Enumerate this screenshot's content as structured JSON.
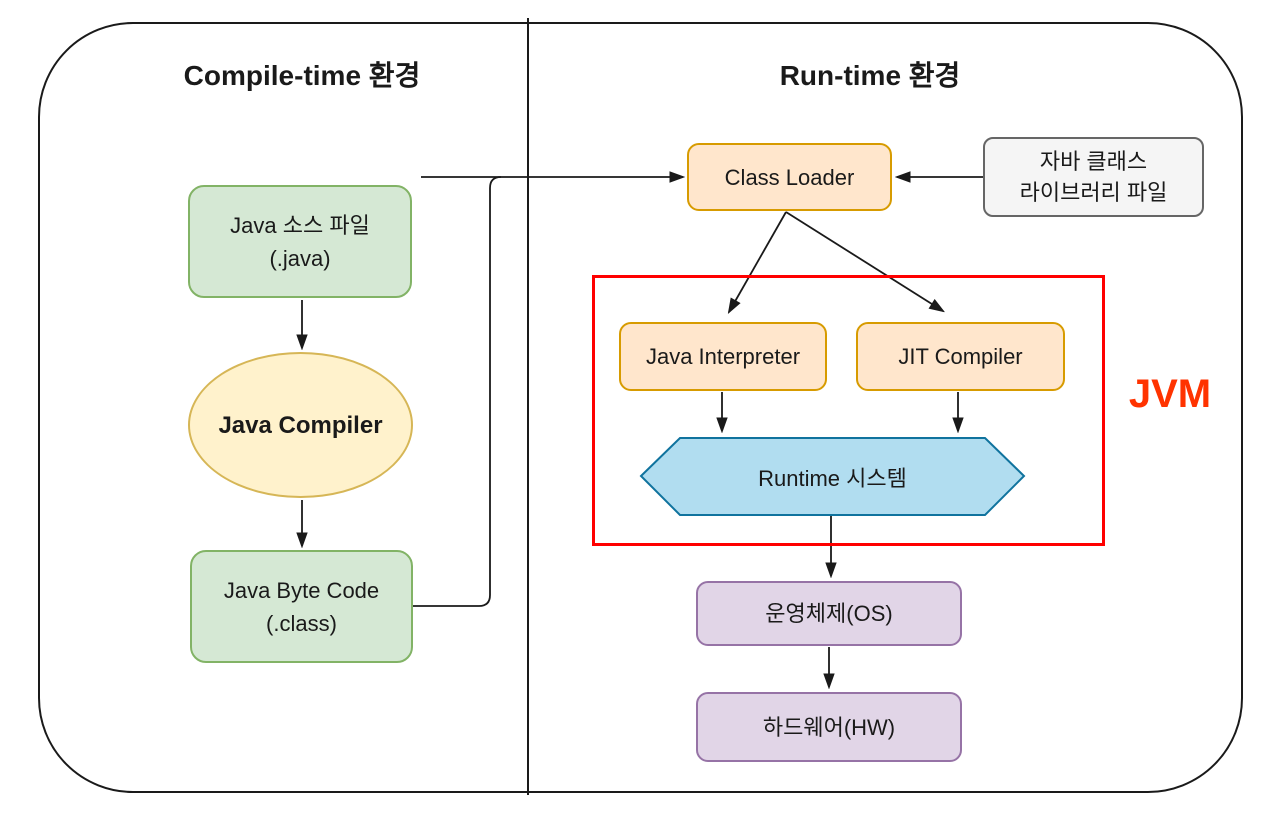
{
  "diagram_title": "Java compile-time and run-time environment (JVM architecture)",
  "panels": {
    "compile": {
      "title": "Compile-time 환경"
    },
    "runtime": {
      "title": "Run-time 환경"
    }
  },
  "nodes": {
    "java_source": {
      "line1": "Java 소스 파일",
      "line2": "(.java)"
    },
    "java_compiler": {
      "label": "Java Compiler"
    },
    "java_byte_code": {
      "line1": "Java Byte Code",
      "line2": "(.class)"
    },
    "class_loader": {
      "label": "Class Loader"
    },
    "class_library": {
      "line1": "자바 클래스",
      "line2": "라이브러리 파일"
    },
    "java_interpreter": {
      "label": "Java Interpreter"
    },
    "jit_compiler": {
      "label": "JIT Compiler"
    },
    "runtime_system": {
      "label": "Runtime 시스템"
    },
    "os": {
      "label": "운영체제(OS)"
    },
    "hardware": {
      "label": "하드웨어(HW)"
    },
    "jvm_boundary": {
      "label": "JVM"
    }
  },
  "colors": {
    "green_fill": "#d5e8d4",
    "green_stroke": "#82b366",
    "yellow_fill": "#fff2cc",
    "yellow_stroke": "#d6b656",
    "orange_fill": "#ffe6cc",
    "orange_stroke": "#d79b00",
    "purple_fill": "#e1d5e7",
    "purple_stroke": "#9673a6",
    "gray_fill": "#f5f5f5",
    "gray_stroke": "#666666",
    "blue_fill": "#b1ddf0",
    "blue_stroke": "#10739e",
    "jvm_border": "#ff0000",
    "jvm_text": "#ff3300",
    "line": "#1a1a1a"
  }
}
